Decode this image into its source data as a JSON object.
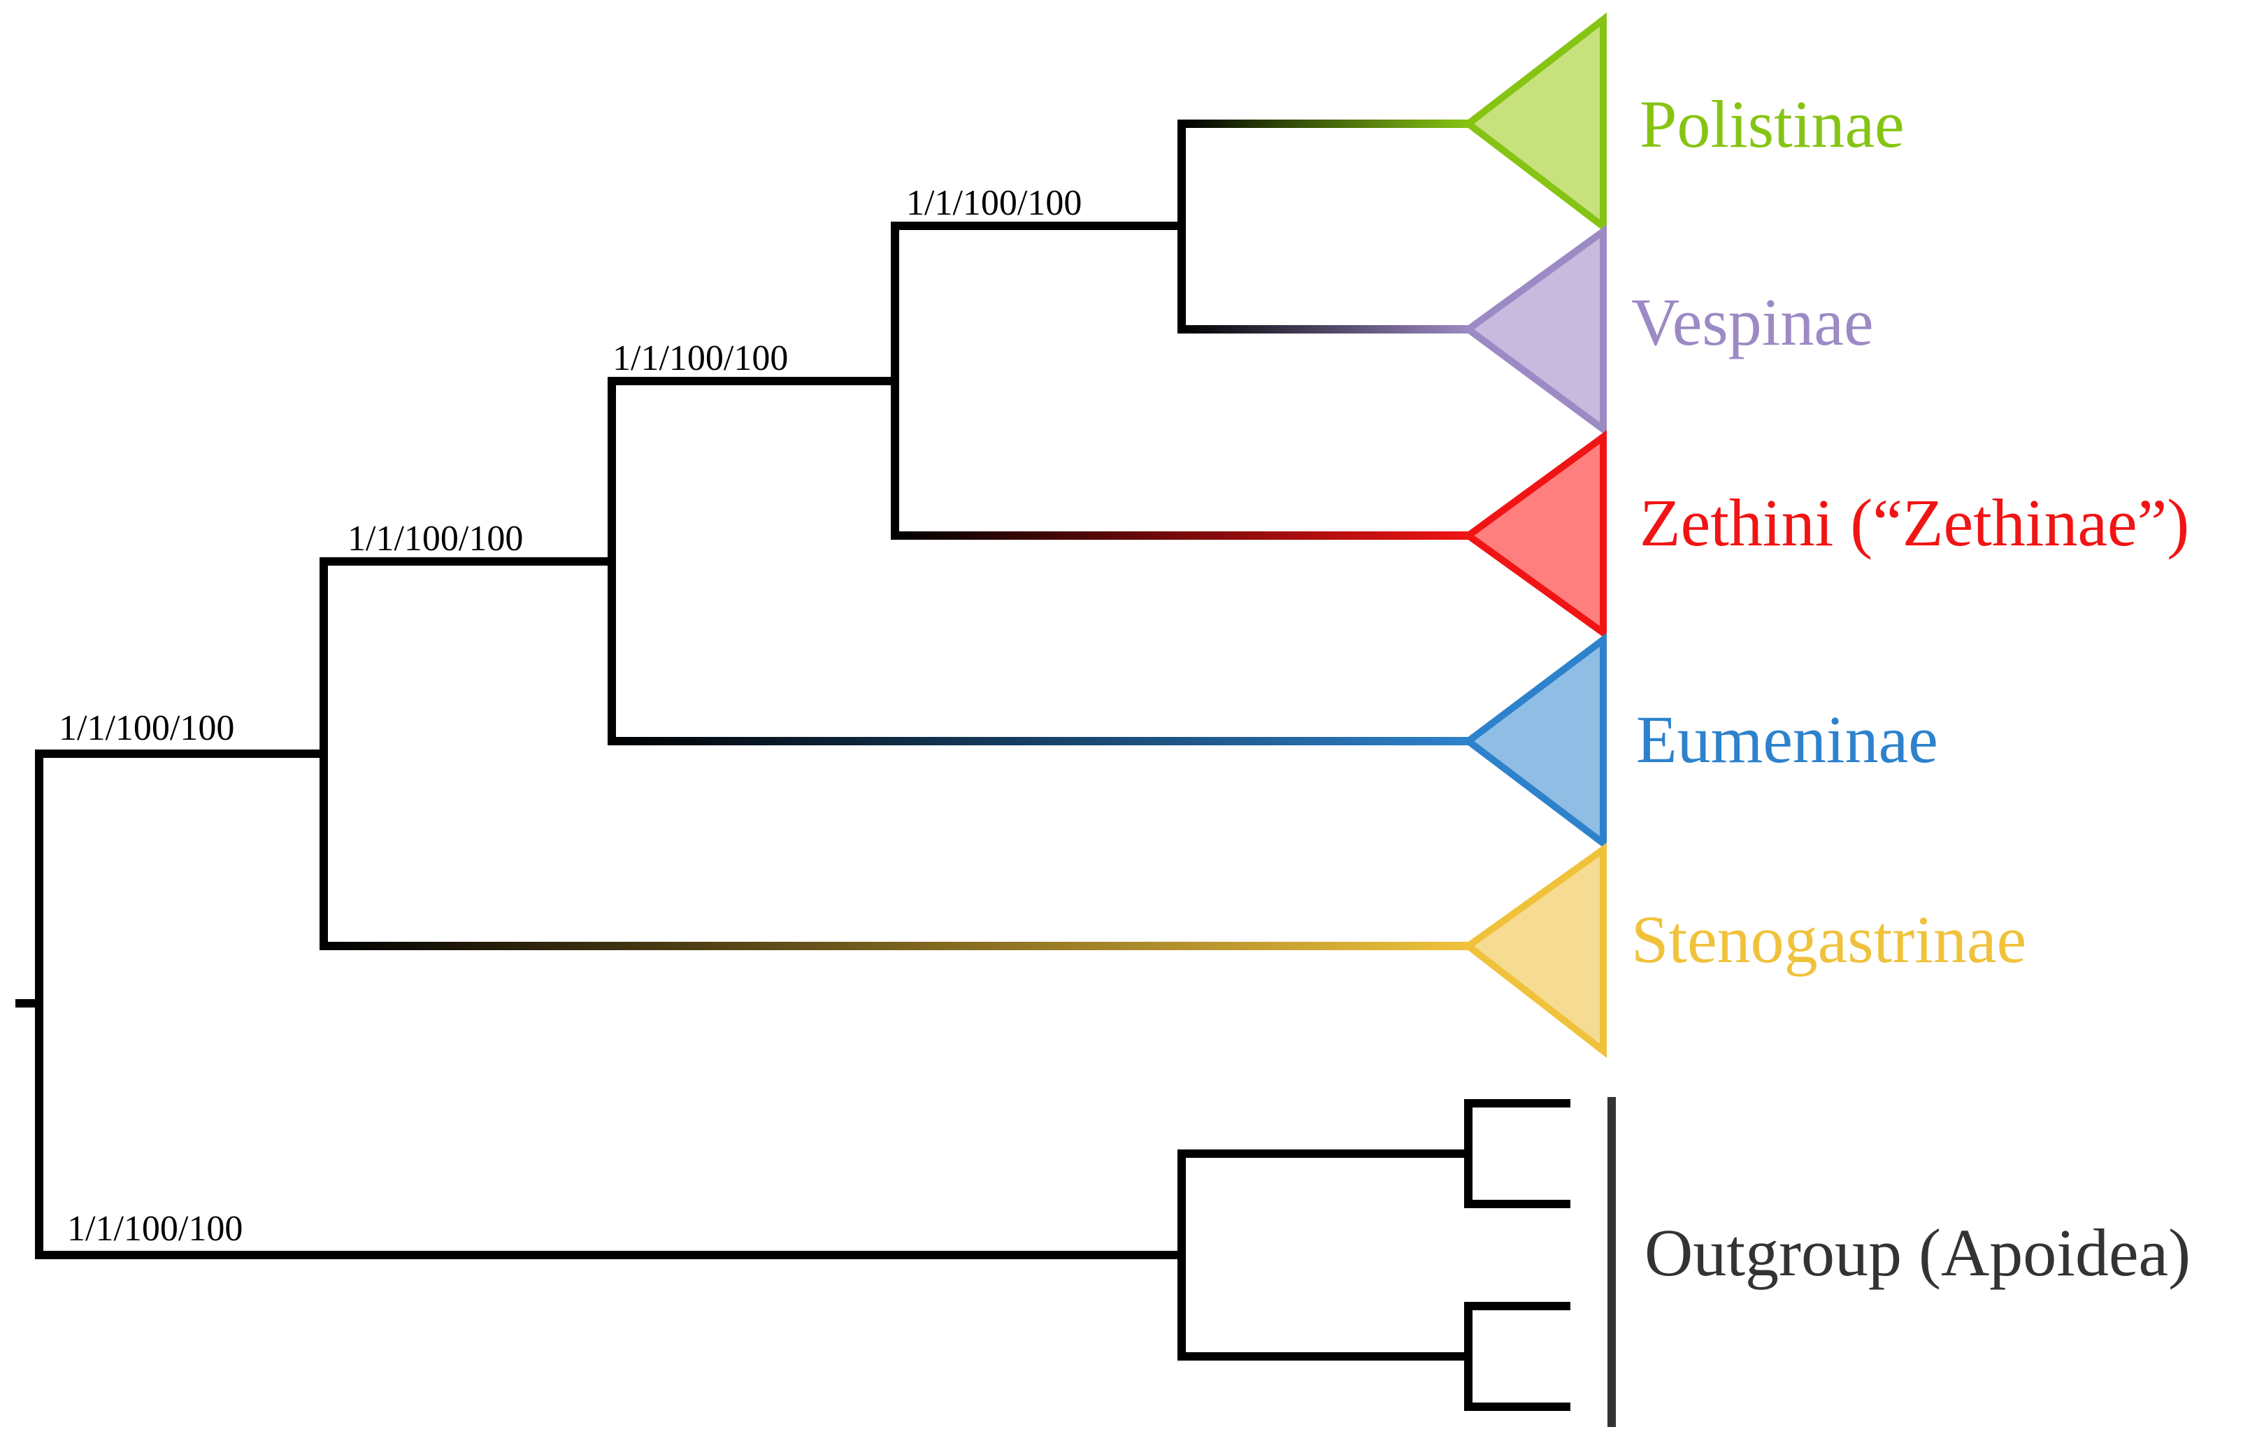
{
  "clades": [
    {
      "key": "polistinae",
      "label": "Polistinae",
      "color": "#86c414",
      "fill": "#c7e27c"
    },
    {
      "key": "vespinae",
      "label": "Vespinae",
      "color": "#9b8ac4",
      "fill": "#c6bade"
    },
    {
      "key": "zethini",
      "label": "Zethini (“Zethinae”)",
      "color": "#f01414",
      "fill": "#ff7f7f"
    },
    {
      "key": "eumeninae",
      "label": "Eumeninae",
      "color": "#2e82cc",
      "fill": "#8fbde3"
    },
    {
      "key": "stenogastrinae",
      "label": "Stenogastrinae",
      "color": "#f0c23c",
      "fill": "#f6dc92"
    },
    {
      "key": "outgroup",
      "label": "Outgroup (Apoidea)",
      "color": "#333333"
    }
  ],
  "support_values": [
    "1/1/100/100",
    "1/1/100/100",
    "1/1/100/100",
    "1/1/100/100",
    "1/1/100/100"
  ]
}
